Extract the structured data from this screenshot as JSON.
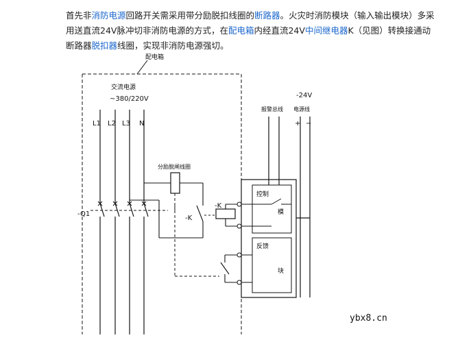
{
  "article": {
    "p1_a": "首先非",
    "link_xiaofang_dianyuan": "消防电源",
    "p1_b": "回路开关需采用带分励脱扣线圈的",
    "link_duanluqi": "断路器",
    "p1_c": "。火灾时消防模块（输入输出模块）多采用送直流24V脉冲切非消防电源的方式，在",
    "link_peidianxiang": "配电箱",
    "p1_d": "内经直流24V",
    "link_zhongjian_jidianqi": "中间继电器",
    "p1_e": "K（见图）转换接通动断路器",
    "link_tuokouqi": "脱扣器",
    "p1_f": "线圈，实现非消防电源强切。"
  },
  "diagram": {
    "box_label": "配电箱",
    "ac_power_label": "交流电源",
    "ac_voltage_label": "~380/220V",
    "phase_labels": [
      "L1",
      "L2",
      "L3",
      "N"
    ],
    "breaker_label": "-Q1",
    "shunt_coil_label": "分励脱闸线圈",
    "relay_contact_label": "-K",
    "relay_coil_label": "-K",
    "alarm_bus_label": "报警总线",
    "dc_voltage_label": "-24V",
    "power_line_label": "电源线",
    "plus_sign": "+",
    "minus_sign": "−",
    "control_label": "控制",
    "feedback_label": "反馈",
    "module_char_1": "模",
    "module_char_2": "块"
  },
  "watermark": "ybx8.cn"
}
